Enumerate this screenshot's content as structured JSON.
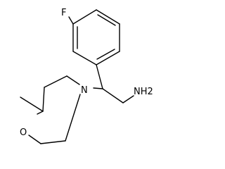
{
  "structure": {
    "atom_labels": {
      "fluorine": "F",
      "amine": "NH2",
      "ring_nitrogen": "N",
      "ring_oxygen": "O"
    },
    "colors": {
      "bond": "#000000",
      "background": "#ffffff"
    }
  }
}
